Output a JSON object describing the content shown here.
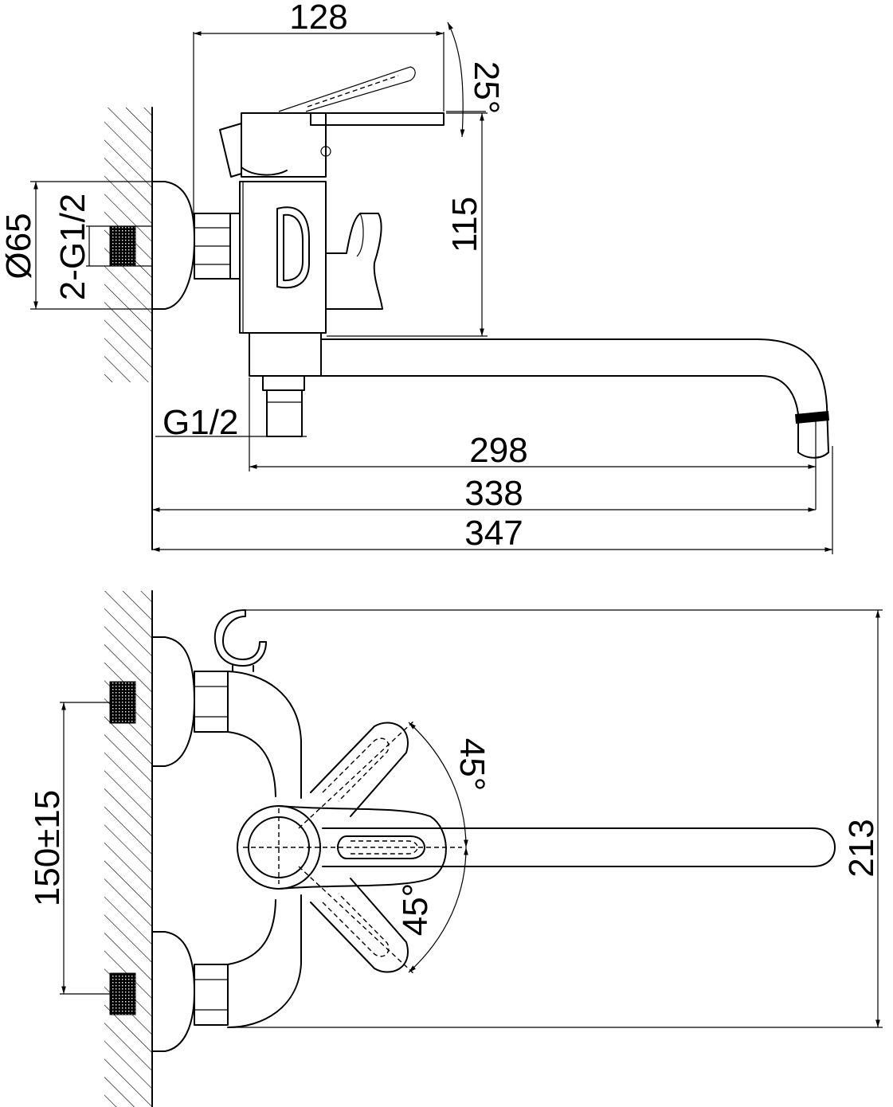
{
  "dimensions": {
    "top_width_128": "128",
    "handle_angle_25": "25°",
    "inlet_diameter_65": "Ø65",
    "inlet_thread_2g12": "2-G1/2",
    "height_115": "115",
    "outlet_thread_g12": "G1/2",
    "spout_298": "298",
    "spout_338": "338",
    "overall_347": "347",
    "centers_150": "150±15",
    "rotation_upper_45": "45°",
    "rotation_lower_45": "45°",
    "height_213": "213"
  }
}
